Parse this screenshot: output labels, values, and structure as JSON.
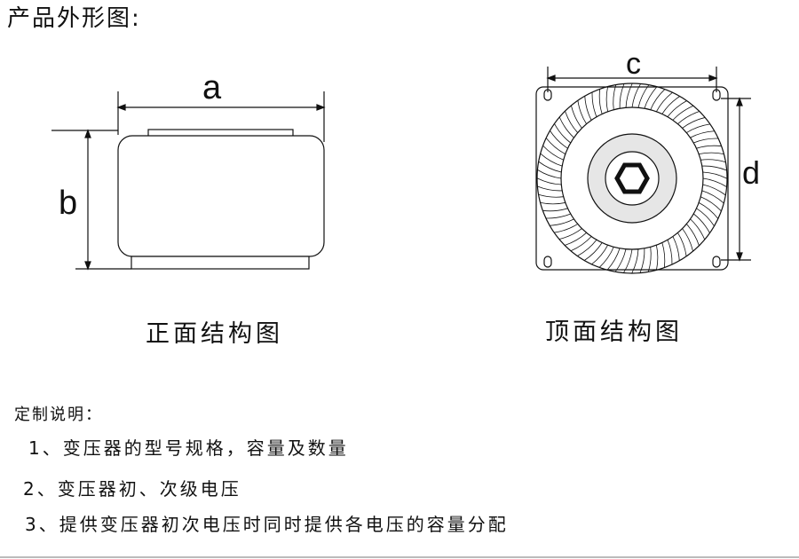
{
  "title": "产品外形图:",
  "front_view": {
    "caption": "正面结构图",
    "dim_width": "a",
    "dim_height": "b"
  },
  "top_view": {
    "caption": "顶面结构图",
    "dim_width": "c",
    "dim_height": "d"
  },
  "notes": {
    "heading": "定制说明：",
    "items": [
      "1、变压器的型号规格，容量及数量",
      "2、变压器初、次级电压",
      "3、提供变压器初次电压时同时提供各电压的容量分配"
    ]
  },
  "colors": {
    "line": "#111111",
    "core_fill": "#e6e6e6"
  }
}
